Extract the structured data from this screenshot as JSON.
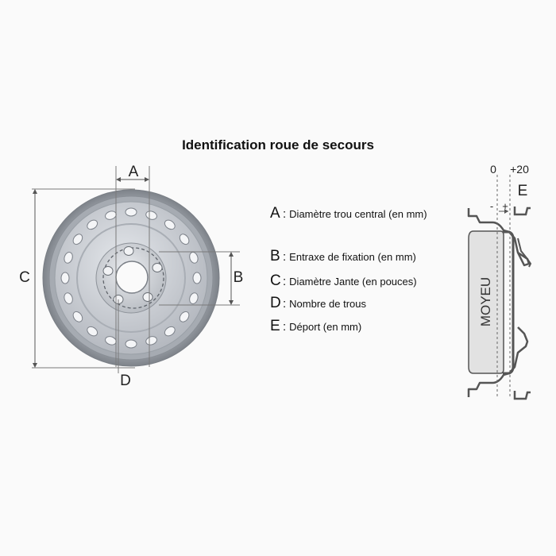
{
  "title": "Identification roue de secours",
  "markers": {
    "a": "A",
    "b": "B",
    "c": "C",
    "d": "D",
    "e": "E"
  },
  "legend": [
    {
      "letter": "A",
      "text": "Diamètre trou central (en mm)"
    },
    {
      "letter": "B",
      "text": "Entraxe de fixation (en mm)"
    },
    {
      "letter": "C",
      "text": "Diamètre Jante (en pouces)"
    },
    {
      "letter": "D",
      "text": "Nombre de trous"
    },
    {
      "letter": "E",
      "text": "Déport (en mm)"
    }
  ],
  "profile": {
    "zero_label": "0",
    "plus20_label": "+20",
    "minus_sign": "-",
    "plus_sign": "+",
    "hub_label": "MOYEU"
  },
  "colors": {
    "steel": "#c4c8cf",
    "steel_dark": "#8f949b",
    "rim_gray": "#b7bbc2",
    "hub_fill": "#e2e2e2"
  }
}
